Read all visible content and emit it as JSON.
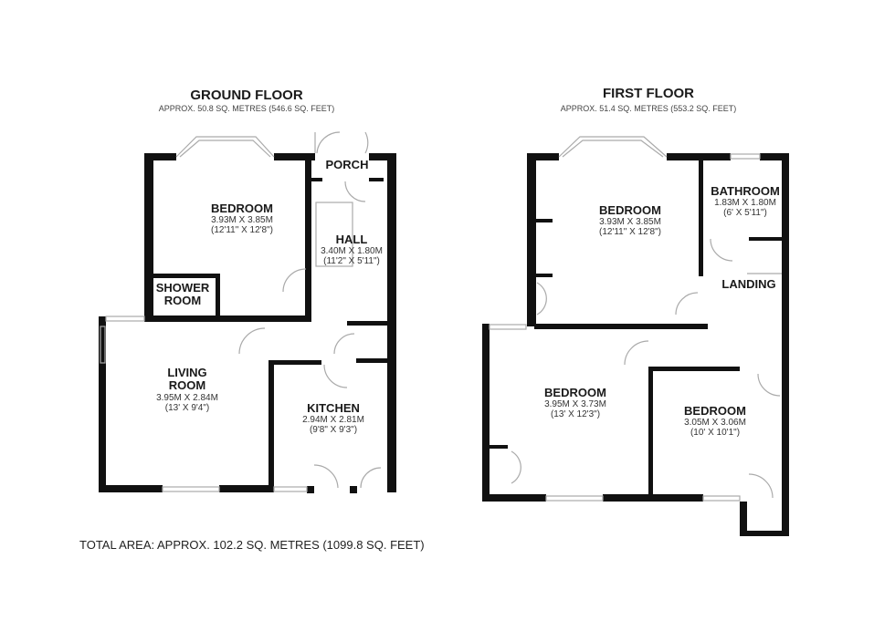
{
  "ground_floor": {
    "title": "GROUND FLOOR",
    "area": "APPROX. 50.8 SQ. METRES (546.6 SQ. FEET)",
    "rooms": [
      {
        "name": "BEDROOM",
        "metric": "3.93M X 3.85M",
        "imperial": "(12'11\" X 12'8\")"
      },
      {
        "name": "PORCH",
        "metric": "",
        "imperial": ""
      },
      {
        "name": "HALL",
        "metric": "3.40M X 1.80M",
        "imperial": "(11'2\" X 5'11\")"
      },
      {
        "name": "SHOWER",
        "name2": "ROOM"
      },
      {
        "name": "LIVING",
        "name2": "ROOM",
        "metric": "3.95M X 2.84M",
        "imperial": "(13' X 9'4\")"
      },
      {
        "name": "KITCHEN",
        "metric": "2.94M X 2.81M",
        "imperial": "(9'8\" X 9'3\")"
      }
    ]
  },
  "first_floor": {
    "title": "FIRST FLOOR",
    "area": "APPROX. 51.4 SQ. METRES (553.2 SQ. FEET)",
    "rooms": [
      {
        "name": "BEDROOM",
        "metric": "3.93M X 3.85M",
        "imperial": "(12'11\" X 12'8\")"
      },
      {
        "name": "BATHROOM",
        "metric": "1.83M X 1.80M",
        "imperial": "(6' X 5'11\")"
      },
      {
        "name": "LANDING"
      },
      {
        "name": "BEDROOM",
        "metric": "3.95M X 3.73M",
        "imperial": "(13' X 12'3\")"
      },
      {
        "name": "BEDROOM",
        "metric": "3.05M X 3.06M",
        "imperial": "(10' X 10'1\")"
      }
    ]
  },
  "total_area": "TOTAL AREA: APPROX. 102.2 SQ. METRES (1099.8 SQ. FEET)",
  "colors": {
    "wall": "#111111",
    "window": "#cccccc",
    "door": "#999999"
  }
}
